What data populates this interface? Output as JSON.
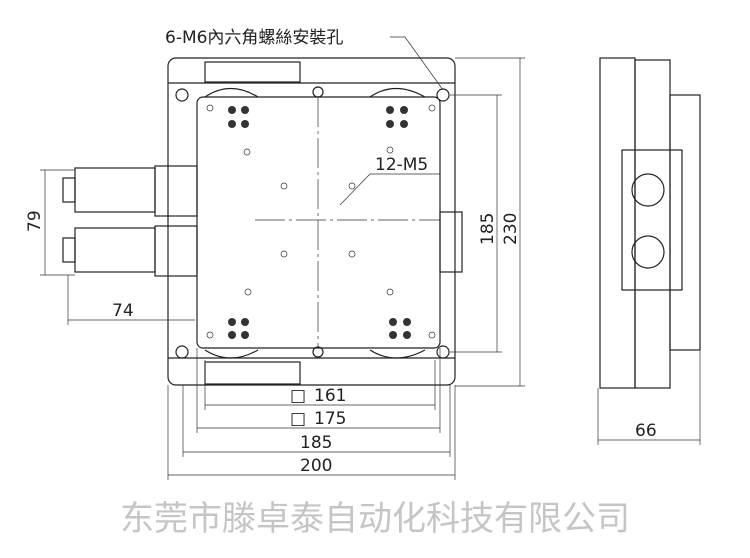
{
  "callouts": {
    "hex_holes": "6-M6內六角螺絲安裝孔",
    "tapped_holes": "12-M5"
  },
  "dimensions": {
    "plate_inner": "161",
    "plate_outer": "175",
    "base_inner": "185",
    "base_width": "200",
    "height_inner": "185",
    "height_total": "230",
    "motor_span": "79",
    "motor_offset": "74",
    "side_depth": "66"
  },
  "square_symbol": "□",
  "watermark": "东莞市滕卓泰自动化科技有限公司"
}
